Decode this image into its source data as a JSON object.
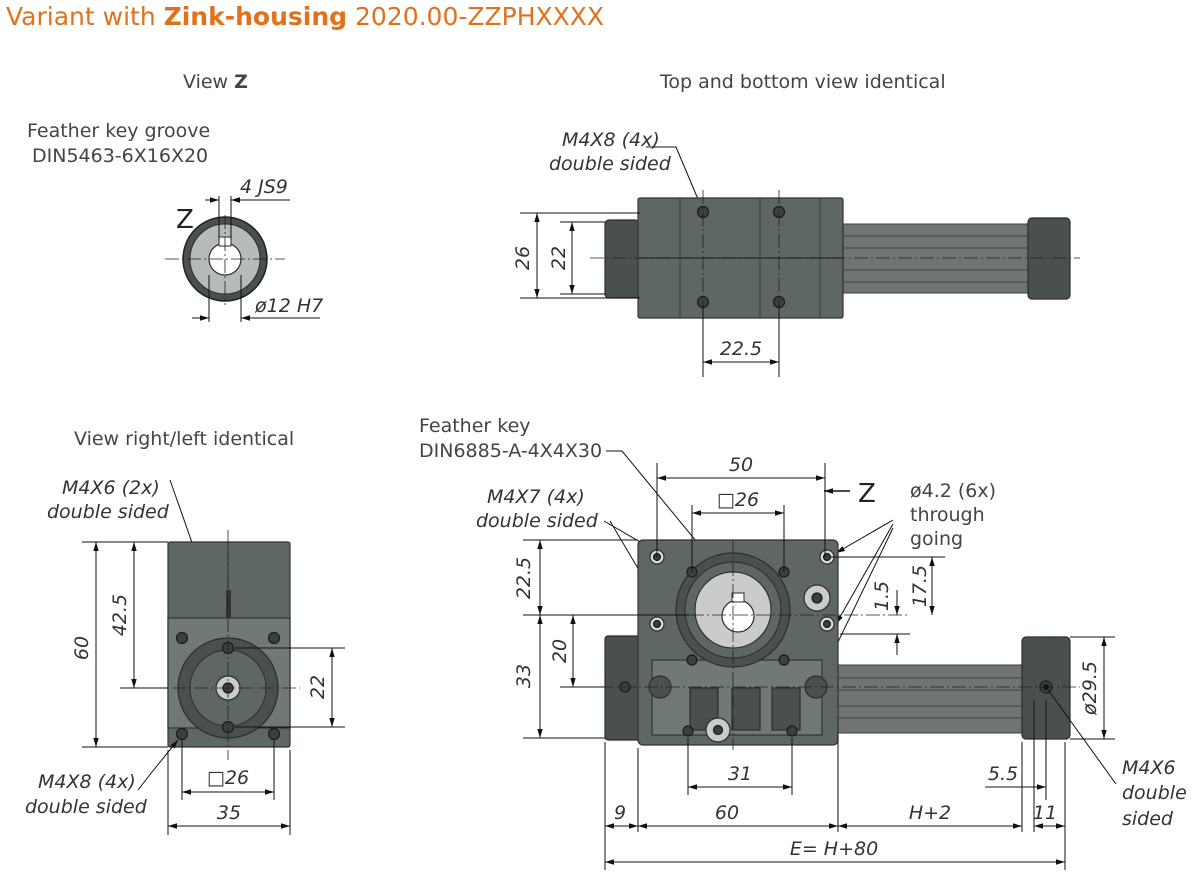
{
  "header": {
    "title_pre": "Variant with ",
    "title_bold": "Zink-housing",
    "title_post": " 2020.00-ZZPHXXXX"
  },
  "colors": {
    "accent": "#e2711d",
    "housing": "#5f6762",
    "text": "#444444"
  },
  "view_z": {
    "title_pre": "View ",
    "title_bold": "Z",
    "groove_line1": "Feather key groove",
    "groove_line2": "DIN5463-6X16X20",
    "dim_key": "4 JS9",
    "dim_bore": "ø12 H7",
    "marker": "Z"
  },
  "view_top": {
    "title": "Top and bottom view identical",
    "thread_line1": "M4X8 (4x)",
    "thread_line2": "double sided",
    "dim_height_outer": "26",
    "dim_height_inner": "22",
    "dim_spacing": "22.5"
  },
  "view_side": {
    "title": "View right/left identical",
    "thread_top_line1": "M4X6 (2x)",
    "thread_top_line2": "double sided",
    "thread_bottom_line1": "M4X8 (4x)",
    "thread_bottom_line2": "double sided",
    "dim_height": "60",
    "dim_center": "42.5",
    "dim_holes": "22",
    "dim_square": "□26",
    "dim_width": "35"
  },
  "view_front": {
    "key_line1": "Feather key",
    "key_line2": "DIN6885-A-4X4X30",
    "thread_line1": "M4X7 (4x)",
    "thread_line2": "double sided",
    "through_line1": "ø4.2 (6x)",
    "through_line2": "through",
    "through_line3": "going",
    "end_thread_line1": "M4X6",
    "end_thread_line2": "double",
    "end_thread_line3": "sided",
    "marker": "Z",
    "dim_top_width": "50",
    "dim_square": "□26",
    "dim_upper": "22.5",
    "dim_lower": "33",
    "dim_center": "20",
    "dim_offset": "17.5",
    "dim_small": "1.5",
    "dim_diameter": "ø29.5",
    "dim_holes": "31",
    "dim_left": "9",
    "dim_body": "60",
    "dim_stroke": "H+2",
    "dim_end": "11",
    "dim_end_hole": "5.5",
    "dim_total": "E= H+80"
  }
}
